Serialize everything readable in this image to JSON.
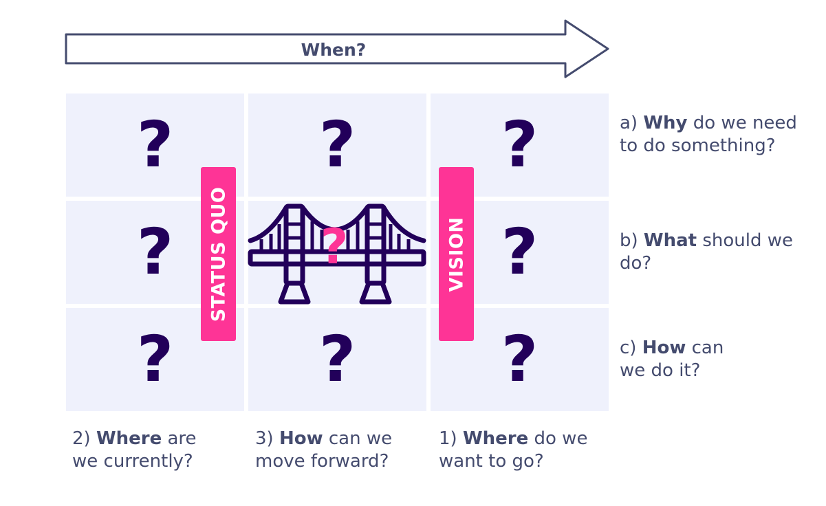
{
  "arrow": {
    "label": "When?"
  },
  "grid": {
    "question_mark": "?"
  },
  "bars": {
    "status_quo": "STATUS QUO",
    "vision": "VISION"
  },
  "bridge": {
    "question_mark": "?"
  },
  "colors": {
    "text": "#444b6e",
    "cell_bg": "#eff1fc",
    "dark_navy": "#22005a",
    "pink": "#fe3496",
    "arrow_stroke": "#444b6e"
  },
  "icons": {
    "bridge": "suspension-bridge-icon",
    "arrow": "right-arrow-icon"
  },
  "right_labels": [
    {
      "prefix": "a) ",
      "bold": "Why",
      "rest": " do we need to do something?"
    },
    {
      "prefix": "b) ",
      "bold": "What",
      "rest": " should we do?"
    },
    {
      "prefix": "c) ",
      "bold": "How",
      "rest": " can we do it?"
    }
  ],
  "bottom_labels": [
    {
      "prefix": "2) ",
      "bold": "Where",
      "rest": " are we currently?"
    },
    {
      "prefix": "3) ",
      "bold": "How",
      "rest": " can we move forward?"
    },
    {
      "prefix": "1) ",
      "bold": "Where",
      "rest": " do we want to go?"
    }
  ]
}
